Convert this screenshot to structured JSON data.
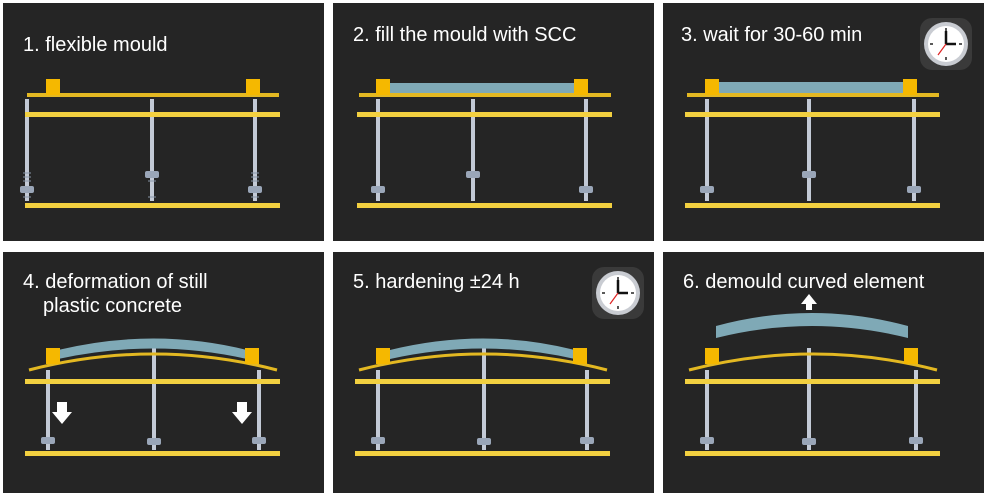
{
  "colors": {
    "background": "#252525",
    "rail": "#f2d040",
    "concrete": "#7fa9b6",
    "clamp": "#f5b800",
    "rod": "#c3cad6"
  },
  "panels": [
    {
      "label": "1. flexible mould",
      "clock": false,
      "arrows": "none"
    },
    {
      "label": "2. fill the mould with SCC",
      "clock": false,
      "arrows": "none"
    },
    {
      "label": "3. wait for 30-60 min",
      "clock": true,
      "arrows": "none"
    },
    {
      "label": "4. deformation of still",
      "label_line2": "plastic concrete",
      "clock": false,
      "arrows": "down"
    },
    {
      "label": "5. hardening ±24 h",
      "clock": true,
      "arrows": "none"
    },
    {
      "label": "6. demould curved element",
      "clock": false,
      "arrows": "up"
    }
  ],
  "icons": {
    "clock": "clock-icon",
    "arrow_down": "arrow-down-icon",
    "arrow_up": "arrow-up-icon"
  }
}
